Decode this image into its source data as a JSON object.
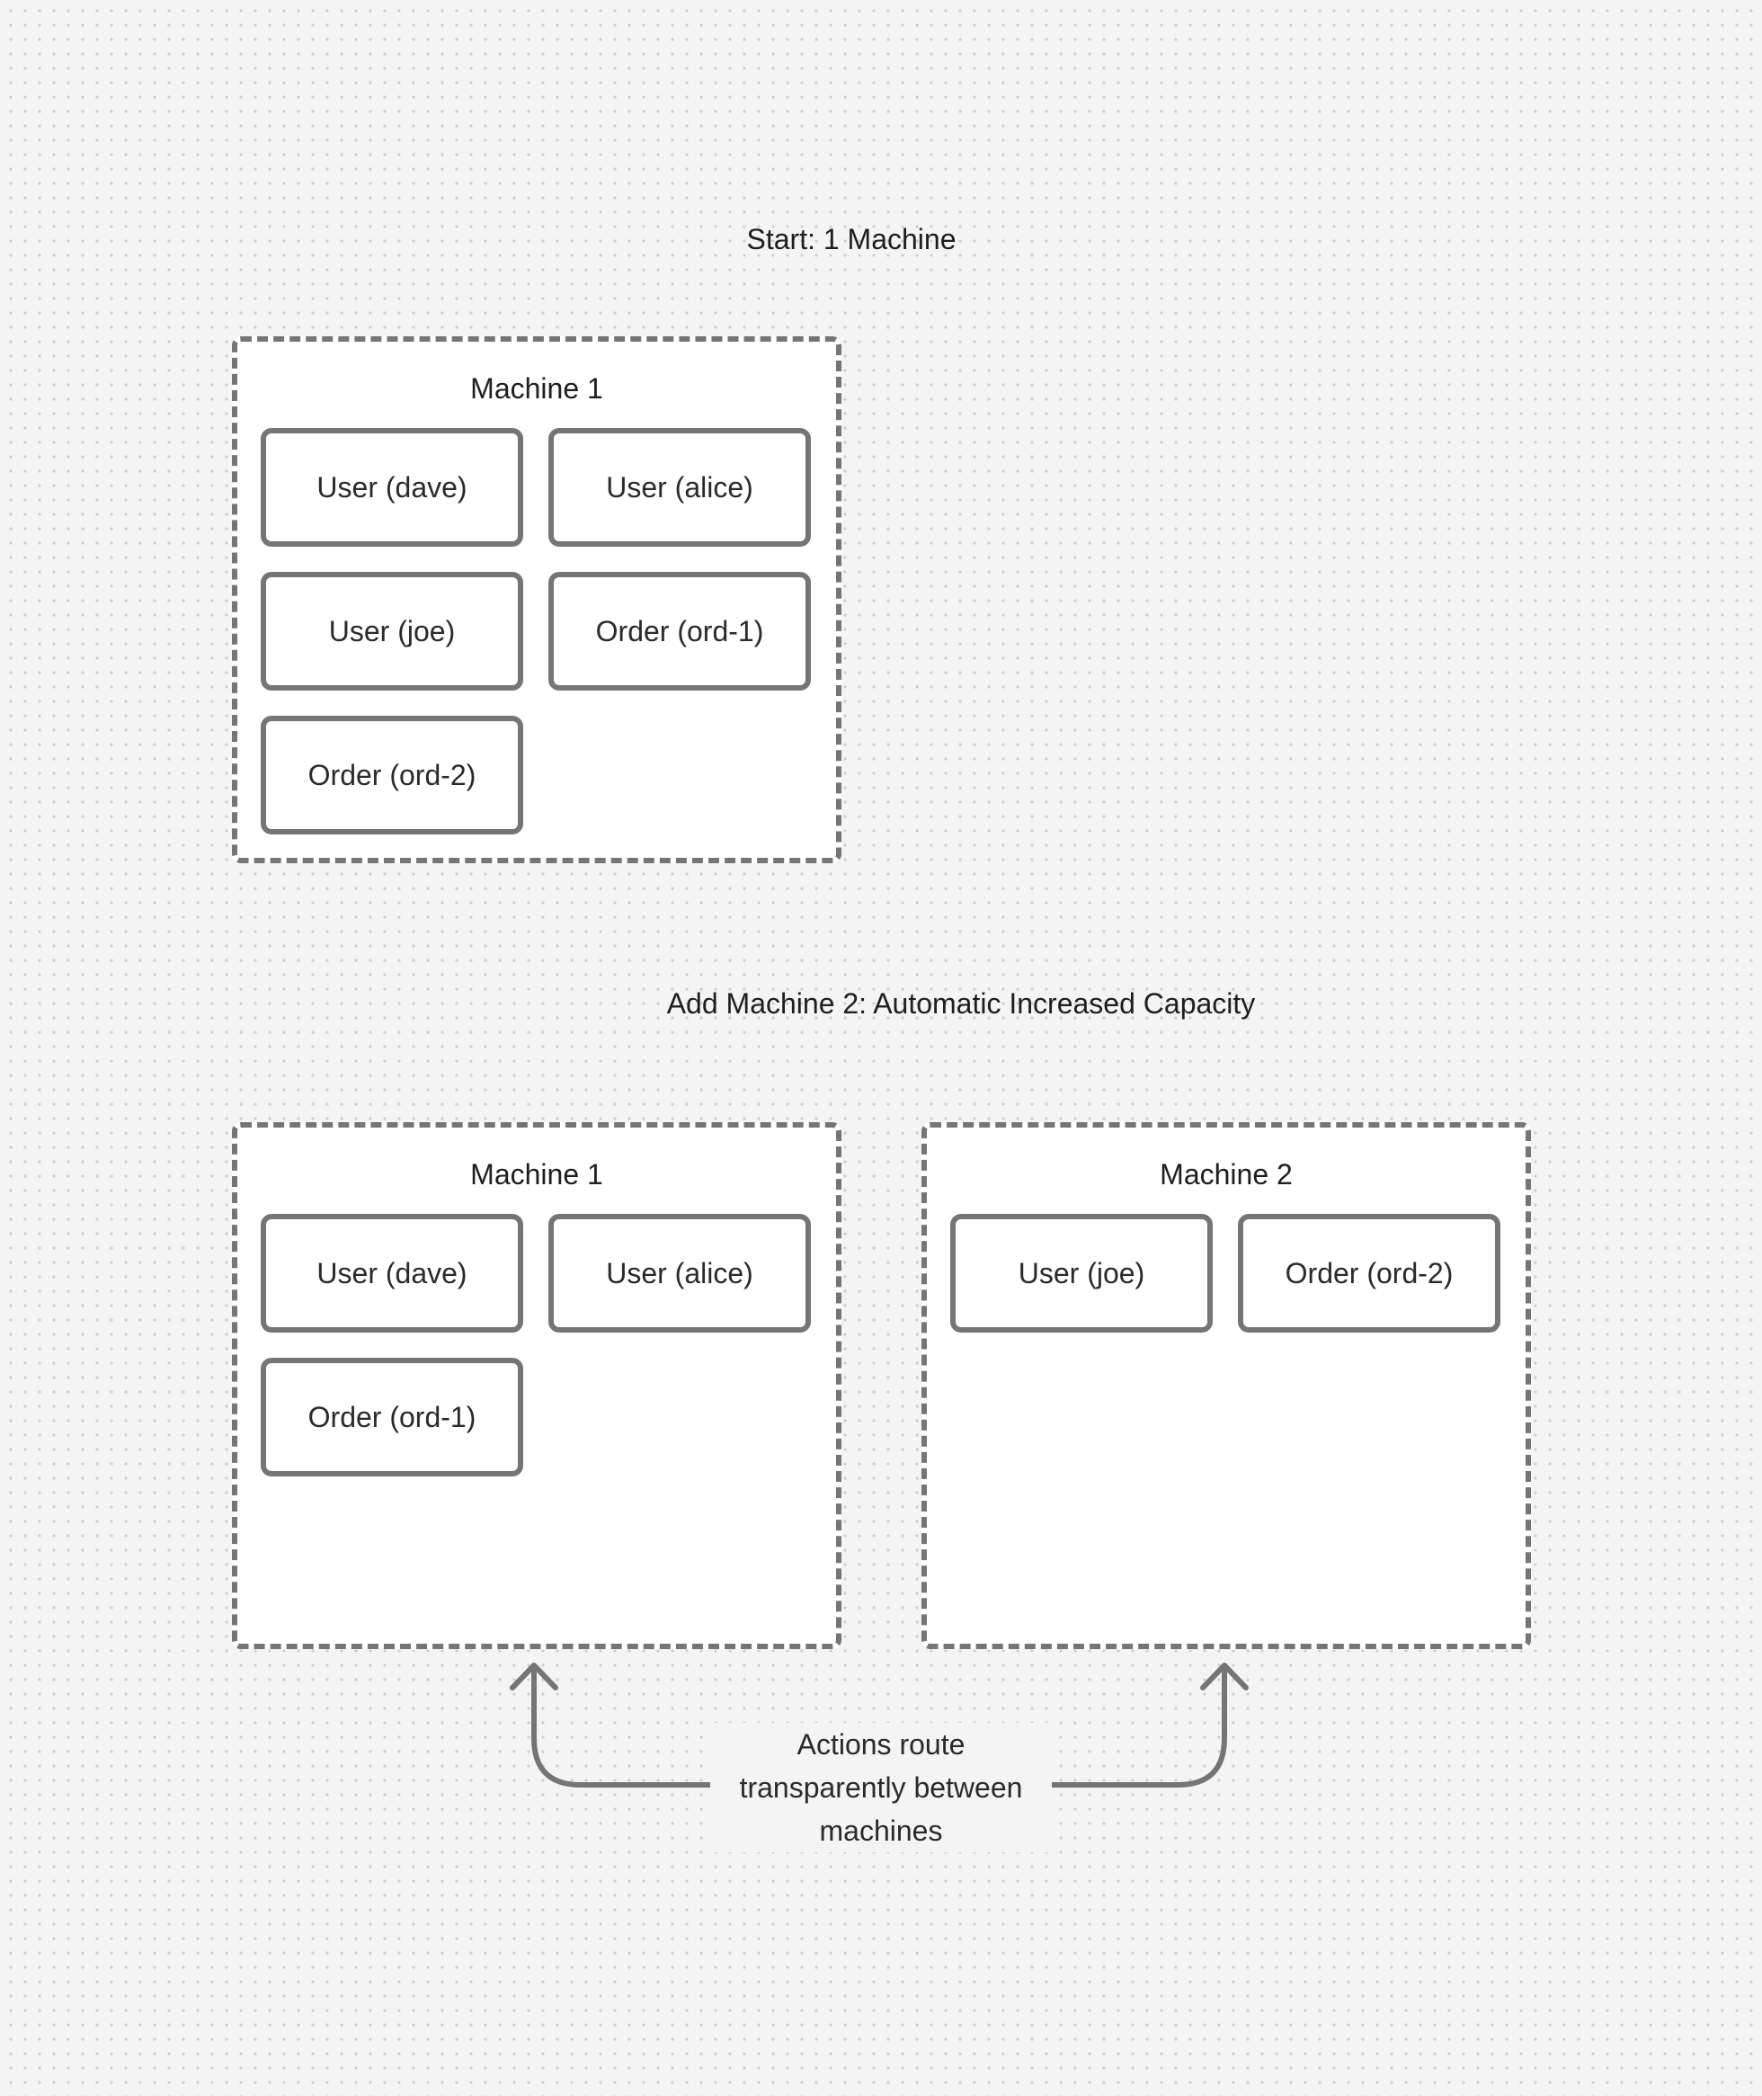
{
  "section1": {
    "title": "Start: 1 Machine",
    "machine": {
      "label": "Machine 1",
      "nodes": [
        "User (dave)",
        "User (alice)",
        "User (joe)",
        "Order (ord-1)",
        "Order (ord-2)"
      ]
    }
  },
  "section2": {
    "title": "Add Machine 2: Automatic Increased Capacity",
    "machine1": {
      "label": "Machine 1",
      "nodes": [
        "User (dave)",
        "User (alice)",
        "Order (ord-1)"
      ]
    },
    "machine2": {
      "label": "Machine 2",
      "nodes": [
        "User (joe)",
        "Order (ord-2)"
      ]
    },
    "note": "Actions route transparently between machines"
  },
  "colors": {
    "background": "#f4f4f4",
    "border": "#757575",
    "box_fill": "#ffffff",
    "text": "#1e1e1e"
  }
}
